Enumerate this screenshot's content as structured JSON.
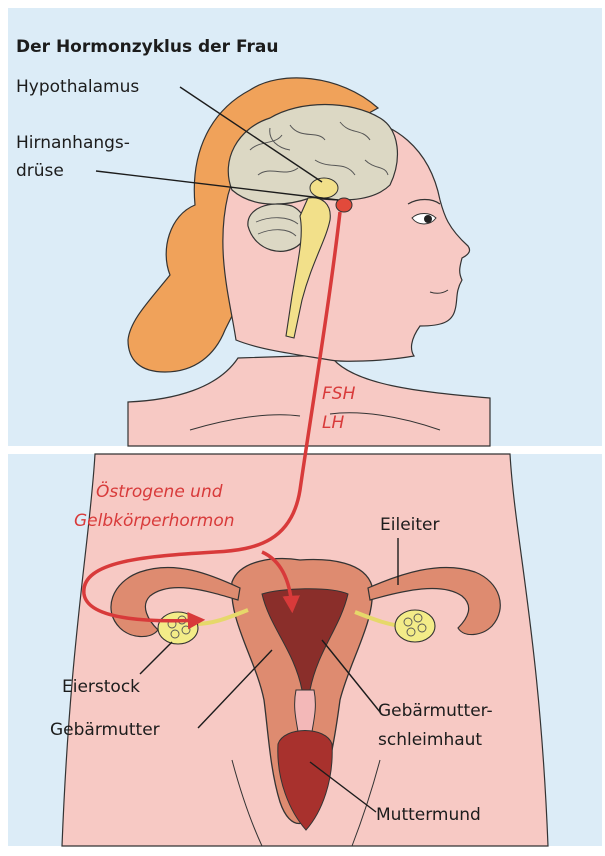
{
  "title": "Der Hormonzyklus der Frau",
  "labels": {
    "hypothalamus": "Hypothalamus",
    "hirnanhangs_1": "Hirnanhangs-",
    "hirnanhangs_2": "drüse",
    "fsh": "FSH",
    "lh": "LH",
    "oestrogene_1": "Östrogene und",
    "oestrogene_2": "Gelbkörperhormon",
    "eileiter": "Eileiter",
    "eierstock": "Eierstock",
    "gebaermutter": "Gebärmutter",
    "schleimhaut_1": "Gebärmutter-",
    "schleimhaut_2": "schleimhaut",
    "muttermund": "Muttermund"
  },
  "colors": {
    "panel_bg": "#dcecf7",
    "skin": "#f7c9c4",
    "hair": "#f0a25a",
    "brain": "#dcd8c4",
    "organ": "#de8b70",
    "ovary": "#f3ec88",
    "hormone_red": "#d83a3a"
  }
}
